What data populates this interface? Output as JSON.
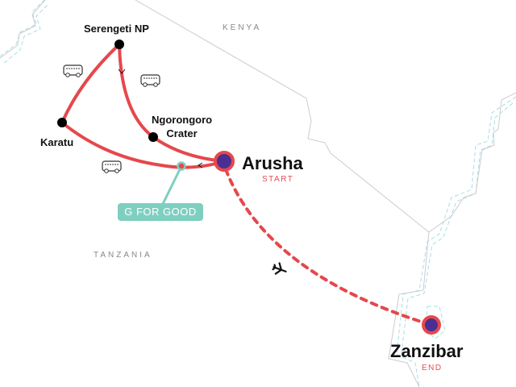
{
  "countries": {
    "kenya": "KENYA",
    "tanzania": "TANZANIA"
  },
  "stops": {
    "serengeti": "Serengeti NP",
    "ngorongoro_line1": "Ngorongoro",
    "ngorongoro_line2": "Crater",
    "karatu": "Karatu",
    "arusha": "Arusha",
    "arusha_tag": "START",
    "zanzibar": "Zanzibar",
    "zanzibar_tag": "END"
  },
  "badge": {
    "label": "G FOR GOOD"
  },
  "icons": [
    "bus-icon",
    "bus-icon",
    "bus-icon",
    "plane-icon",
    "direction-arrow-icon"
  ],
  "colors": {
    "route": "#e5484d",
    "endpoint_fill": "#4b2e91",
    "g_for_good": "#7fcfc0",
    "border": "#cccccc",
    "water": "#a8dde8"
  }
}
